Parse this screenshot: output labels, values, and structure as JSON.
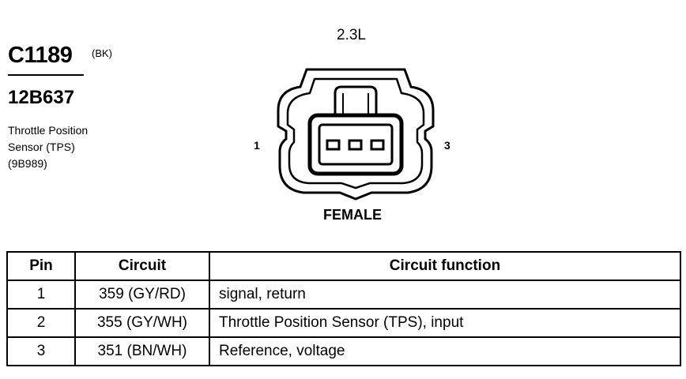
{
  "connector": {
    "id": "C1189",
    "color_code": "(BK)",
    "part_number": "12B637",
    "description_lines": [
      "Throttle Position",
      "Sensor (TPS)",
      "(9B989)"
    ]
  },
  "diagram": {
    "variant_label": "2.3L",
    "pin_left_label": "1",
    "pin_right_label": "3",
    "gender_label": "FEMALE"
  },
  "table": {
    "headers": [
      "Pin",
      "Circuit",
      "Circuit function"
    ],
    "rows": [
      [
        "1",
        "359 (GY/RD)",
        "signal, return"
      ],
      [
        "2",
        "355 (GY/WH)",
        "Throttle Position Sensor (TPS), input"
      ],
      [
        "3",
        "351 (BN/WH)",
        "Reference, voltage"
      ]
    ]
  }
}
